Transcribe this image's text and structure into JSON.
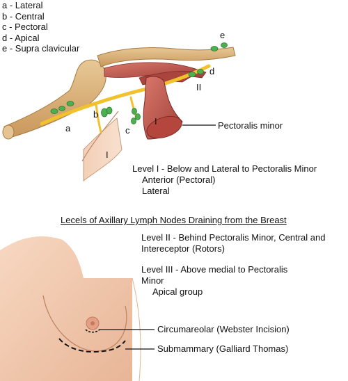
{
  "legend": [
    "a - Lateral",
    "b - Central",
    "c - Pectoral",
    "d - Apical",
    "e - Supra clavicular"
  ],
  "node_labels": {
    "a": "a",
    "b": "b",
    "c": "c",
    "d": "d",
    "e": "e"
  },
  "level_marks": {
    "i_left": "I",
    "i_muscle": "I",
    "ii": "II"
  },
  "pectoralis_label": "Pectoralis minor",
  "level_i": {
    "title": "Level I - Below and Lateral to Pectoralis Minor",
    "line1": "Anterior (Pectoral)",
    "line2": "Lateral"
  },
  "caption": "Lecels of Axillary Lymph Nodes Draining from the Breast",
  "level_ii": {
    "line1": "Level II - Behind Pectoralis Minor, Central and",
    "line2": "Intereceptor (Rotors)"
  },
  "level_iii": {
    "line1": "Level III - Above medial to Pectoralis",
    "line2": "Minor",
    "line3": "Apical group"
  },
  "incisions": {
    "circumareolar": "Circumareolar (Webster Incision)",
    "submammary": "Submammary (Galliard Thomas)"
  },
  "colors": {
    "bone": "#d9b27a",
    "muscle": "#b8534a",
    "nerve": "#f2c12e",
    "node": "#4caf50",
    "skin": "#f2c9ad"
  }
}
